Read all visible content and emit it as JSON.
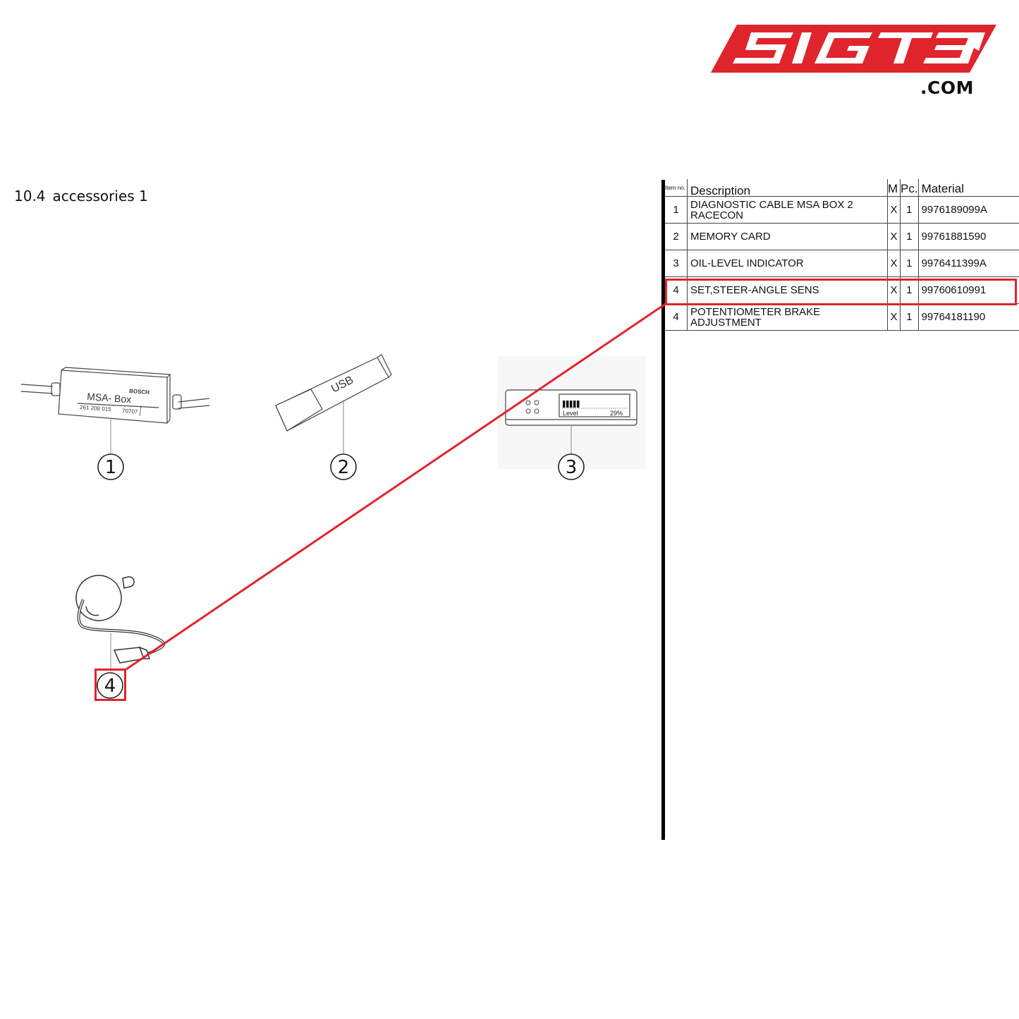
{
  "logo": {
    "text": "SIGT3",
    "suffix": ".COM",
    "color": "#e0242c"
  },
  "section": {
    "number": "10.4",
    "title": "accessories 1"
  },
  "table": {
    "headers": {
      "item": "Item no.",
      "description": "Description",
      "m": "M",
      "pc": "Pc.",
      "material": "Material"
    },
    "rows": [
      {
        "item": "1",
        "description": "DIAGNOSTIC CABLE MSA BOX 2 RACECON",
        "m": "X",
        "pc": "1",
        "material": "9976189099A"
      },
      {
        "item": "2",
        "description": "MEMORY CARD",
        "m": "X",
        "pc": "1",
        "material": "99761881590"
      },
      {
        "item": "3",
        "description": "OIL-LEVEL INDICATOR",
        "m": "X",
        "pc": "1",
        "material": "9976411399A"
      },
      {
        "item": "4",
        "description": "SET,STEER-ANGLE SENS",
        "m": "X",
        "pc": "1",
        "material": "99760610991"
      },
      {
        "item": "4",
        "description": "POTENTIOMETER BRAKE ADJUSTMENT",
        "m": "X",
        "pc": "1",
        "material": "99764181190"
      }
    ],
    "highlighted_row": 3
  },
  "illustrations": {
    "msa_box": {
      "label": "MSA- Box",
      "brand": "BOSCH",
      "part_no": "261 208 015",
      "code": "70707",
      "callout": "1"
    },
    "usb_stick": {
      "label": "USB",
      "callout": "2"
    },
    "oil_indicator": {
      "display_label": "Level",
      "display_value": "29%",
      "level_fraction": 0.29,
      "callout": "3"
    },
    "steer_sensor": {
      "callout": "4",
      "highlighted": true
    }
  },
  "highlight_color": "#e0242c"
}
